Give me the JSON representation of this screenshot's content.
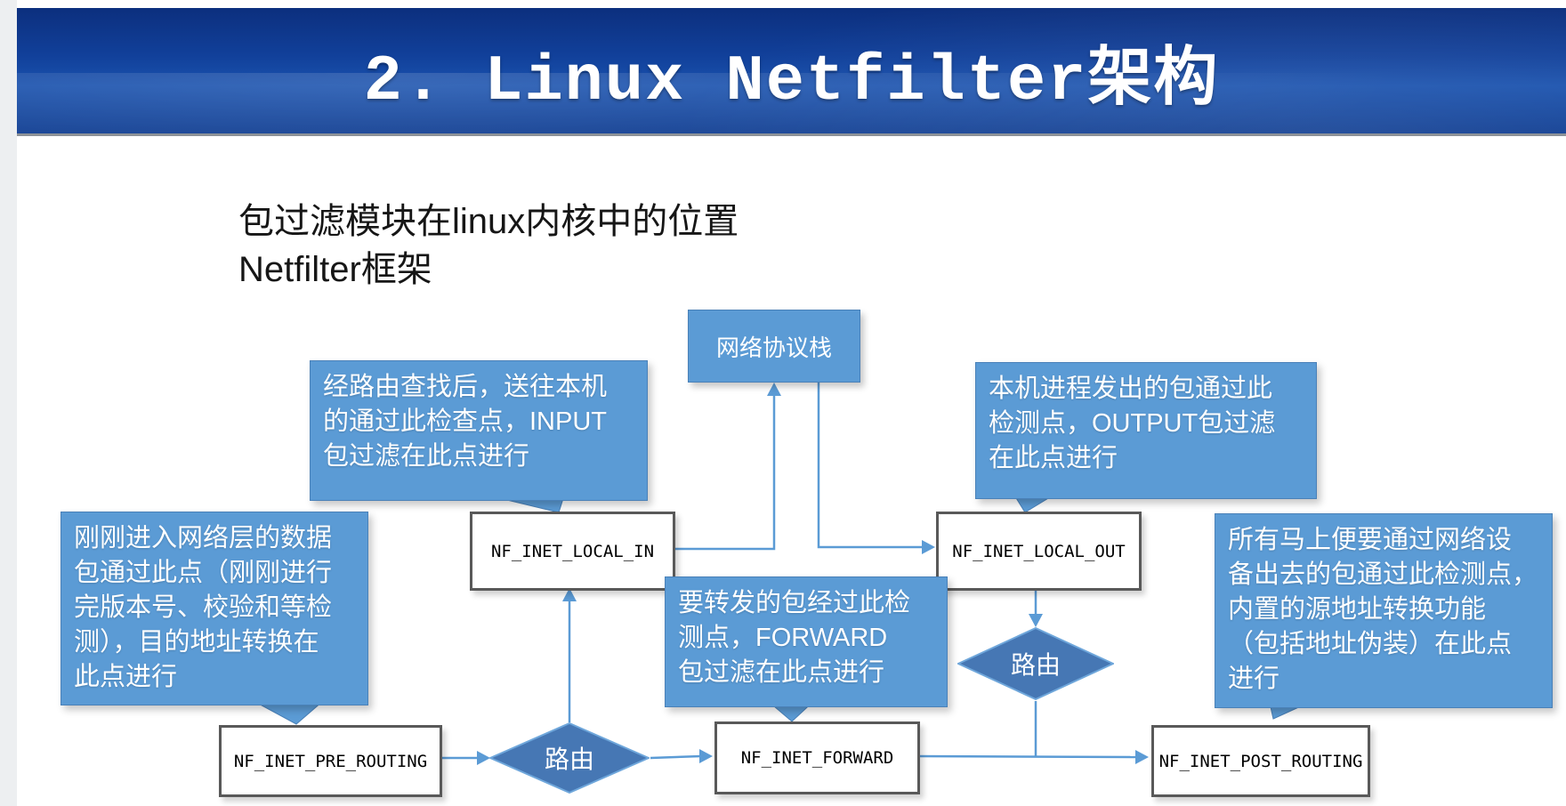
{
  "slide": {
    "title": "2. Linux Netfilter架构",
    "subtitle": "包过滤模块在linux内核中的位置\nNetfilter框架"
  },
  "colors": {
    "accent_blue": "#5B9BD5",
    "diamond_blue": "#4677B4",
    "banner_top": "#0c2f7e",
    "banner_bottom": "#1a52ae",
    "node_border": "#595959",
    "arrow_blue": "#5B9BD5"
  },
  "diagram": {
    "stack_box_label": "网络协议栈",
    "nodes": {
      "local_in": "NF_INET_LOCAL_IN",
      "local_out": "NF_INET_LOCAL_OUT",
      "pre_routing": "NF_INET_PRE_ROUTING",
      "forward": "NF_INET_FORWARD",
      "post_routing": "NF_INET_POST_ROUTING"
    },
    "diamonds": {
      "route1": "路由",
      "route2": "路由"
    },
    "callouts": {
      "local_in": "经路由查找后，送往本机\n的通过此检查点，INPUT\n包过滤在此点进行",
      "local_out": "本机进程发出的包通过此\n检测点，OUTPUT包过滤\n在此点进行",
      "pre_routing": "刚刚进入网络层的数据\n包通过此点（刚刚进行\n完版本号、校验和等检\n测），目的地址转换在\n此点进行",
      "forward": "要转发的包经过此检\n测点，FORWARD\n包过滤在此点进行",
      "post_routing": "所有马上便要通过网络设\n备出去的包通过此检测点，\n内置的源地址转换功能\n（包括地址伪装）在此点\n进行"
    }
  }
}
